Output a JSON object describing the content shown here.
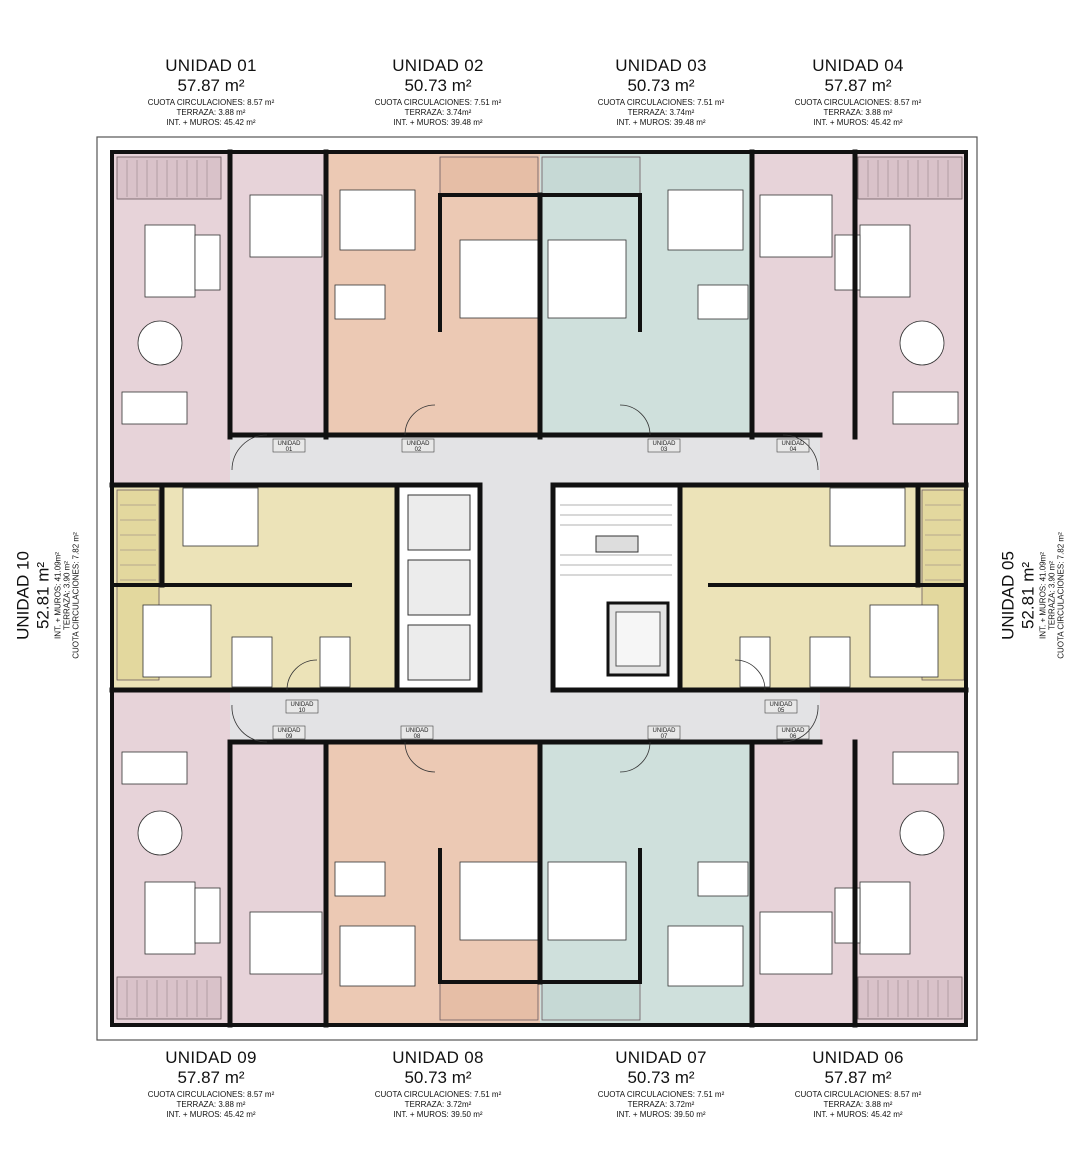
{
  "units": {
    "u01": {
      "name": "UNIDAD 01",
      "area": "57.87 m²",
      "lines": [
        "CUOTA CIRCULACIONES: 8.57 m²",
        "TERRAZA: 3.88 m²",
        "INT. + MUROS: 45.42 m²"
      ]
    },
    "u02": {
      "name": "UNIDAD 02",
      "area": "50.73 m²",
      "lines": [
        "CUOTA CIRCULACIONES: 7.51 m²",
        "TERRAZA: 3.74m²",
        "INT. + MUROS: 39.48 m²"
      ]
    },
    "u03": {
      "name": "UNIDAD 03",
      "area": "50.73 m²",
      "lines": [
        "CUOTA CIRCULACIONES: 7.51 m²",
        "TERRAZA: 3.74m²",
        "INT. + MUROS: 39.48 m²"
      ]
    },
    "u04": {
      "name": "UNIDAD 04",
      "area": "57.87 m²",
      "lines": [
        "CUOTA CIRCULACIONES: 8.57 m²",
        "TERRAZA: 3.88 m²",
        "INT. + MUROS: 45.42 m²"
      ]
    },
    "u05": {
      "name": "UNIDAD 05",
      "area": "52.81 m²",
      "lines": [
        "INT. + MUROS: 41.09m²",
        "TERRAZA: 3.90 m²",
        "CUOTA CIRCULACIONES: 7.82 m²"
      ]
    },
    "u06": {
      "name": "UNIDAD 06",
      "area": "57.87 m²",
      "lines": [
        "CUOTA CIRCULACIONES: 8.57 m²",
        "TERRAZA: 3.88 m²",
        "INT. + MUROS: 45.42 m²"
      ]
    },
    "u07": {
      "name": "UNIDAD 07",
      "area": "50.73 m²",
      "lines": [
        "CUOTA CIRCULACIONES: 7.51 m²",
        "TERRAZA: 3.72m²",
        "INT. + MUROS: 39.50 m²"
      ]
    },
    "u08": {
      "name": "UNIDAD 08",
      "area": "50.73 m²",
      "lines": [
        "CUOTA CIRCULACIONES: 7.51 m²",
        "TERRAZA: 3.72m²",
        "INT. + MUROS: 39.50 m²"
      ]
    },
    "u09": {
      "name": "UNIDAD 09",
      "area": "57.87 m²",
      "lines": [
        "CUOTA CIRCULACIONES: 8.57 m²",
        "TERRAZA: 3.88 m²",
        "INT. + MUROS: 45.42 m²"
      ]
    },
    "u10": {
      "name": "UNIDAD 10",
      "area": "52.81 m²",
      "lines": [
        "INT. + MUROS: 41.09m²",
        "TERRAZA: 3.90 m²",
        "CUOTA CIRCULACIONES: 7.82 m²"
      ]
    }
  },
  "door_tags": {
    "t01": [
      "UNIDAD",
      "01"
    ],
    "t02": [
      "UNIDAD",
      "02"
    ],
    "t03": [
      "UNIDAD",
      "03"
    ],
    "t04": [
      "UNIDAD",
      "04"
    ],
    "t05": [
      "UNIDAD",
      "05"
    ],
    "t06": [
      "UNIDAD",
      "06"
    ],
    "t07": [
      "UNIDAD",
      "07"
    ],
    "t08": [
      "UNIDAD",
      "08"
    ],
    "t09": [
      "UNIDAD",
      "09"
    ],
    "t10": [
      "UNIDAD",
      "10"
    ]
  },
  "colors": {
    "pink": "#e7d3d9",
    "peach": "#ecc9b4",
    "mint": "#cfe0dc",
    "yellow": "#ece3b8",
    "corridor": "#e3e3e5",
    "wall": "#111111",
    "terrace": "#d9c2c9",
    "furniture": "#ffffff",
    "frame": "#555555"
  }
}
